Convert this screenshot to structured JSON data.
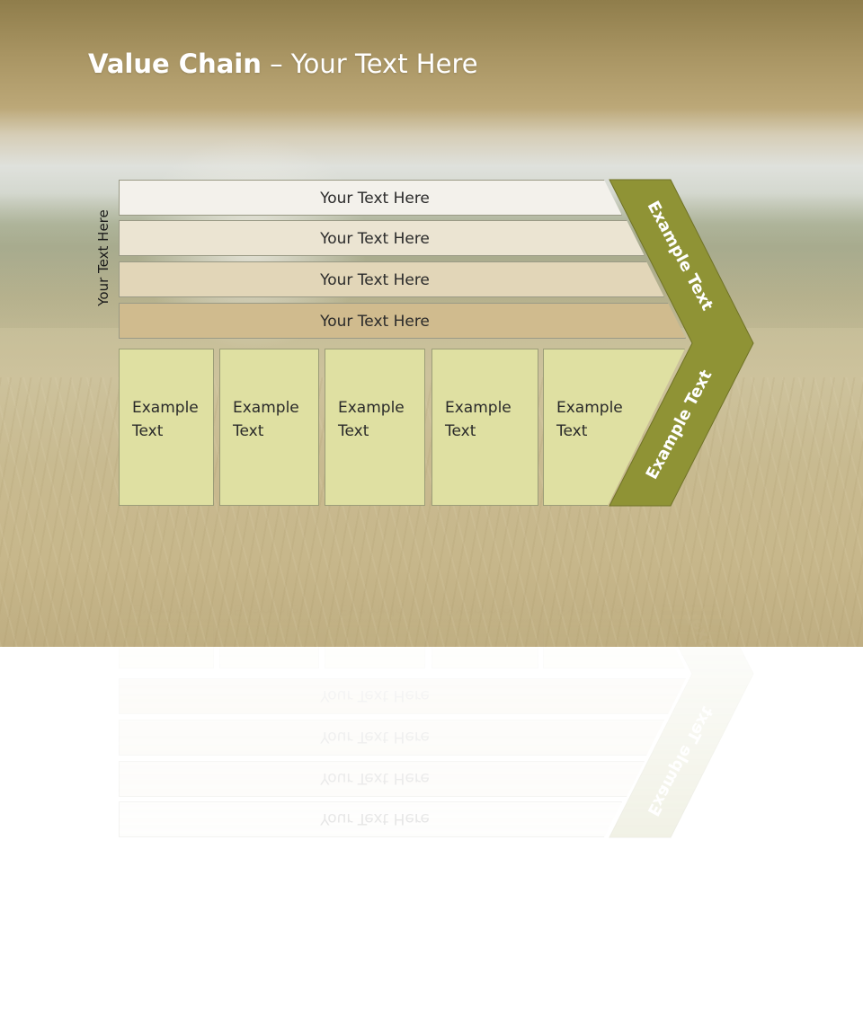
{
  "title": {
    "bold": "Value Chain",
    "rest": " – Your Text Here"
  },
  "side_label": "Your Text Here",
  "bands": [
    {
      "label": "Your Text Here",
      "color": "#f3f1eb"
    },
    {
      "label": "Your Text Here",
      "color": "#ebe4d2"
    },
    {
      "label": "Your Text Here",
      "color": "#e2d6b8"
    },
    {
      "label": "Your Text Here",
      "color": "#d0bb8e"
    }
  ],
  "cells": [
    {
      "line1": "Example",
      "line2": "Text"
    },
    {
      "line1": "Example",
      "line2": "Text"
    },
    {
      "line1": "Example",
      "line2": "Text"
    },
    {
      "line1": "Example",
      "line2": "Text"
    },
    {
      "line1": "Example",
      "line2": "Text"
    }
  ],
  "chevron": {
    "upper": "Example Text",
    "lower": "Example Text",
    "color": "#8f9335"
  },
  "cell_color": "#dfe0a2"
}
